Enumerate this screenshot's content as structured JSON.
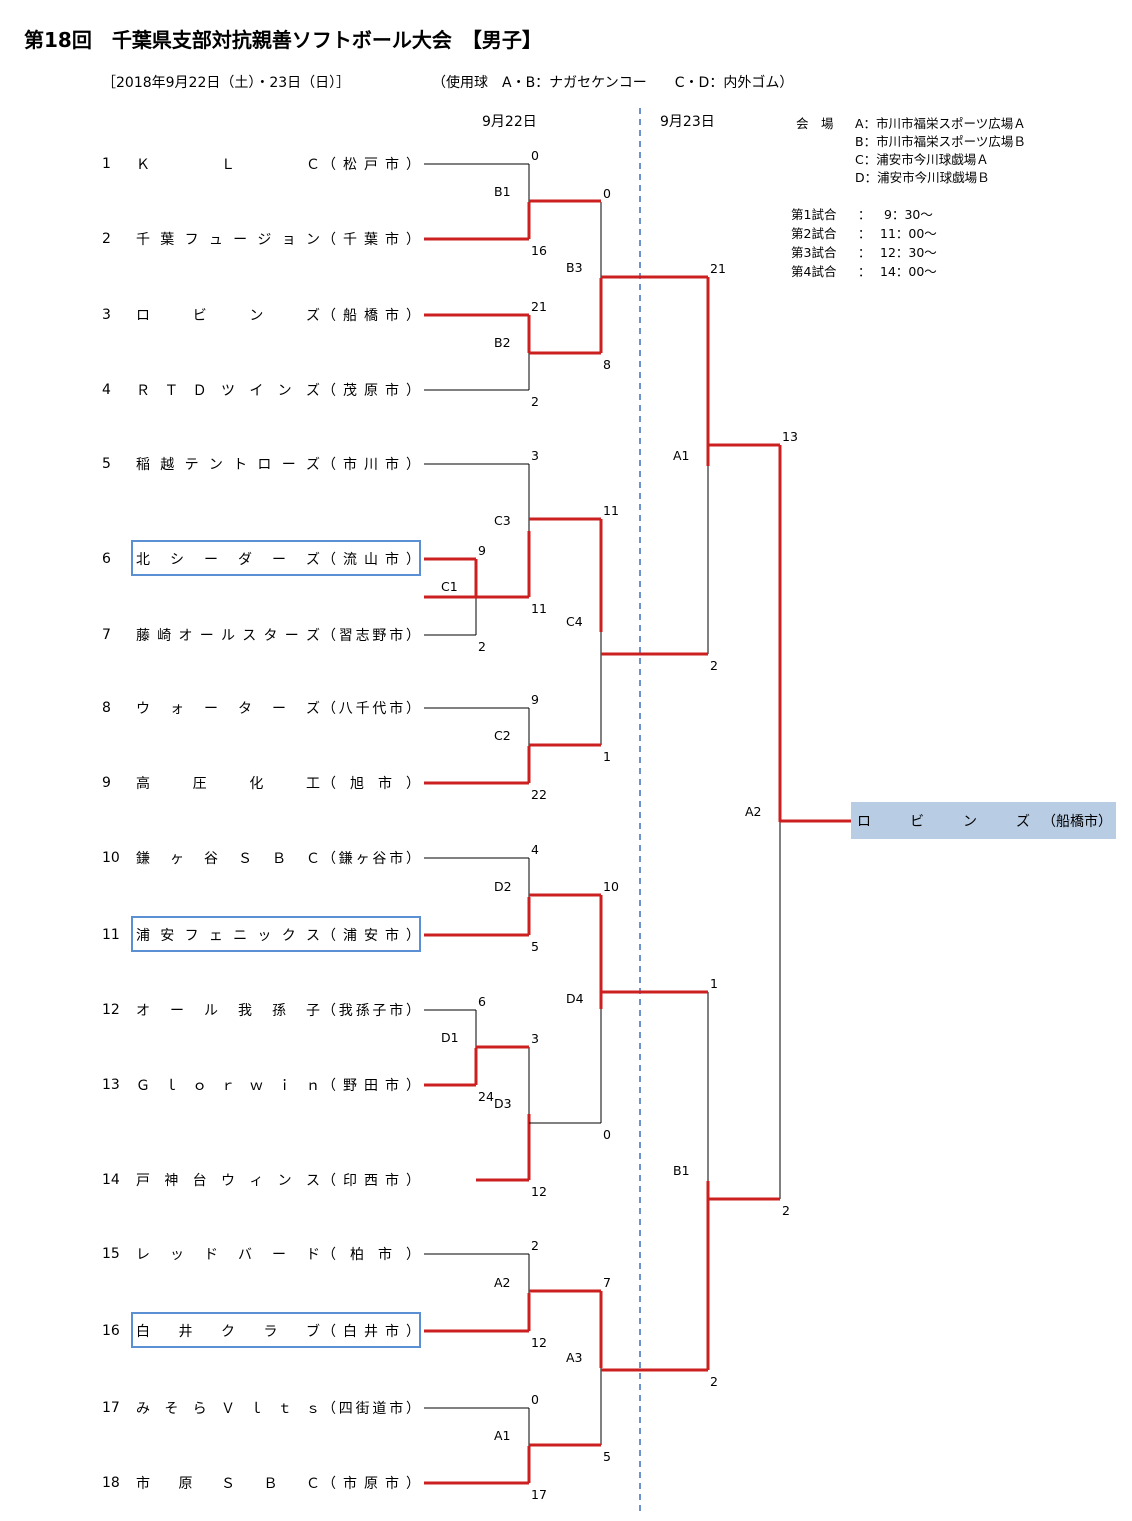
{
  "title": "第18回　千葉県支部対抗親善ソフトボール大会　【男子】",
  "subtitle": "［2018年9月22日（土）・23日（日）］",
  "ball_note": "（使用球　A・B：ナガセケンコー　　C・D：内外ゴム）",
  "days": {
    "day1": "9月22日",
    "day2": "9月23日"
  },
  "venue": {
    "label": "会　場",
    "items": [
      "A：市川市福栄スポーツ広場Ａ",
      "B：市川市福栄スポーツ広場Ｂ",
      "C：浦安市今川球戯場Ａ",
      "D：浦安市今川球戯場Ｂ"
    ]
  },
  "schedule": [
    {
      "label": "第1試合",
      "sep": "：",
      "time": "9：30～"
    },
    {
      "label": "第2試合",
      "sep": "：",
      "time": "11：00～"
    },
    {
      "label": "第3試合",
      "sep": "：",
      "time": "12：30～"
    },
    {
      "label": "第4試合",
      "sep": "：",
      "time": "14：00～"
    }
  ],
  "teams": [
    {
      "no": "1",
      "name": "ＫＬＣ",
      "city": "松戸市"
    },
    {
      "no": "2",
      "name": "千葉フュージョン",
      "city": "千葉市"
    },
    {
      "no": "3",
      "name": "ロビンズ",
      "city": "船橋市"
    },
    {
      "no": "4",
      "name": "ＲＴＤツインズ",
      "city": "茂原市"
    },
    {
      "no": "5",
      "name": "稲越テントローズ",
      "city": "市川市"
    },
    {
      "no": "6",
      "name": "北シーダーズ",
      "city": "流山市"
    },
    {
      "no": "7",
      "name": "藤崎オールスターズ",
      "city": "習志野市"
    },
    {
      "no": "8",
      "name": "ウォーターズ",
      "city": "八千代市"
    },
    {
      "no": "9",
      "name": "高圧化工",
      "city": "旭市"
    },
    {
      "no": "10",
      "name": "鎌ヶ谷ＳＢＣ",
      "city": "鎌ヶ谷市"
    },
    {
      "no": "11",
      "name": "浦安フェニックス",
      "city": "浦安市"
    },
    {
      "no": "12",
      "name": "オール我孫子",
      "city": "我孫子市"
    },
    {
      "no": "13",
      "name": "Ｇｌｏｒｗｉｎ",
      "city": "野田市"
    },
    {
      "no": "14",
      "name": "戸神台ウィンス",
      "city": "印西市"
    },
    {
      "no": "15",
      "name": "レッドバード",
      "city": "柏市"
    },
    {
      "no": "16",
      "name": "白井クラブ",
      "city": "白井市"
    },
    {
      "no": "17",
      "name": "みそらＶｌｔｓ",
      "city": "四街道市"
    },
    {
      "no": "18",
      "name": "市原ＳＢＣ",
      "city": "市原市"
    }
  ],
  "highlighted_teams": [
    "6",
    "11",
    "16"
  ],
  "matches": [
    {
      "id": "B1",
      "top": "0",
      "bottom": "16"
    },
    {
      "id": "B2",
      "top": "21",
      "bottom": "2"
    },
    {
      "id": "C1",
      "top": "9",
      "bottom": "2"
    },
    {
      "id": "C2",
      "top": "9",
      "bottom": "22"
    },
    {
      "id": "D1",
      "top": "6",
      "bottom": "24"
    },
    {
      "id": "D2",
      "top": "4",
      "bottom": "5"
    },
    {
      "id": "A2",
      "top": "2",
      "bottom": "12"
    },
    {
      "id": "A1",
      "top": "0",
      "bottom": "17"
    },
    {
      "id": "B3",
      "top": "0",
      "bottom": "8"
    },
    {
      "id": "C3",
      "top": "3",
      "bottom": "11"
    },
    {
      "id": "D3",
      "top": "3",
      "bottom": "12"
    },
    {
      "id": "C4",
      "top": "11",
      "bottom": "1"
    },
    {
      "id": "D4",
      "top": "10",
      "bottom": "0"
    },
    {
      "id": "A3",
      "top": "7",
      "bottom": "5"
    },
    {
      "id": "A1",
      "top": "21",
      "bottom": "2"
    },
    {
      "id": "B1",
      "top": "1",
      "bottom": "2"
    },
    {
      "id": "A2",
      "top": "13",
      "bottom": "2"
    }
  ],
  "champion": {
    "name": "ロビンズ",
    "city": "（船橋市）"
  },
  "colors": {
    "win": "#cc1f1f",
    "line": "#000000",
    "divider": "#3a6fbf",
    "highlight_border": "#5b8fd4",
    "champion_bg": "#b8cce4"
  }
}
